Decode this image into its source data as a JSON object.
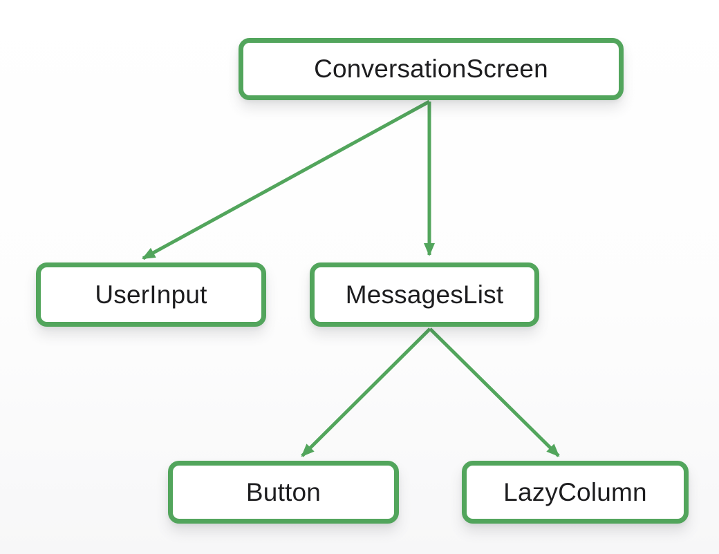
{
  "colors": {
    "accent": "#52a55c",
    "node_fill": "#ffffff",
    "text": "#1d1d1f",
    "background": "#ffffff"
  },
  "diagram": {
    "type": "component-tree",
    "nodes": [
      {
        "id": "conversation-screen",
        "label": "ConversationScreen"
      },
      {
        "id": "user-input",
        "label": "UserInput"
      },
      {
        "id": "messages-list",
        "label": "MessagesList"
      },
      {
        "id": "button",
        "label": "Button"
      },
      {
        "id": "lazy-column",
        "label": "LazyColumn"
      }
    ],
    "edges": [
      {
        "from": "ConversationScreen",
        "to": "UserInput"
      },
      {
        "from": "ConversationScreen",
        "to": "MessagesList"
      },
      {
        "from": "MessagesList",
        "to": "Button"
      },
      {
        "from": "MessagesList",
        "to": "LazyColumn"
      }
    ]
  }
}
